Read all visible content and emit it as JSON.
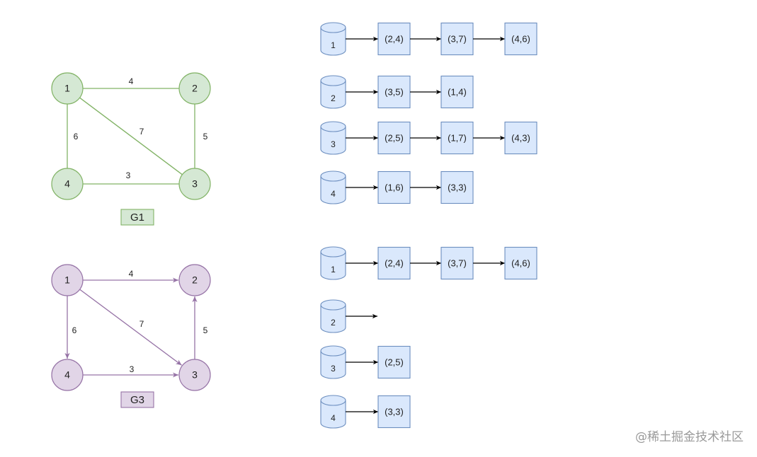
{
  "colors": {
    "g1_fill": "#d5e8d4",
    "g1_stroke": "#82b366",
    "g3_fill": "#e1d5e7",
    "g3_stroke": "#9673a6",
    "list_fill": "#dae8fc",
    "list_stroke": "#6c8ebf",
    "arrow": "#000000",
    "watermark": "#9a9a9a"
  },
  "graphs": [
    {
      "id": "g1",
      "name": "G1",
      "directed": false,
      "nodes": [
        "1",
        "2",
        "3",
        "4"
      ],
      "edges": [
        {
          "from": "1",
          "to": "2",
          "weight": "4"
        },
        {
          "from": "1",
          "to": "3",
          "weight": "7"
        },
        {
          "from": "1",
          "to": "4",
          "weight": "6"
        },
        {
          "from": "2",
          "to": "3",
          "weight": "5"
        },
        {
          "from": "4",
          "to": "3",
          "weight": "3"
        }
      ]
    },
    {
      "id": "g3",
      "name": "G3",
      "directed": true,
      "nodes": [
        "1",
        "2",
        "3",
        "4"
      ],
      "edges": [
        {
          "from": "1",
          "to": "2",
          "weight": "4"
        },
        {
          "from": "1",
          "to": "3",
          "weight": "7"
        },
        {
          "from": "1",
          "to": "4",
          "weight": "6"
        },
        {
          "from": "3",
          "to": "2",
          "weight": "5"
        },
        {
          "from": "4",
          "to": "3",
          "weight": "3"
        }
      ]
    }
  ],
  "adjacency_lists": [
    {
      "graph": "g1",
      "rows": [
        {
          "head": "1",
          "cells": [
            "(2,4)",
            "(3,7)",
            "(4,6)"
          ]
        },
        {
          "head": "2",
          "cells": [
            "(3,5)",
            "(1,4)"
          ]
        },
        {
          "head": "3",
          "cells": [
            "(2,5)",
            "(1,7)",
            "(4,3)"
          ]
        },
        {
          "head": "4",
          "cells": [
            "(1,6)",
            "(3,3)"
          ]
        }
      ]
    },
    {
      "graph": "g3",
      "rows": [
        {
          "head": "1",
          "cells": [
            "(2,4)",
            "(3,7)",
            "(4,6)"
          ]
        },
        {
          "head": "2",
          "cells": []
        },
        {
          "head": "3",
          "cells": [
            "(2,5)"
          ]
        },
        {
          "head": "4",
          "cells": [
            "(3,3)"
          ]
        }
      ]
    }
  ],
  "watermark": "@稀土掘金技术社区"
}
